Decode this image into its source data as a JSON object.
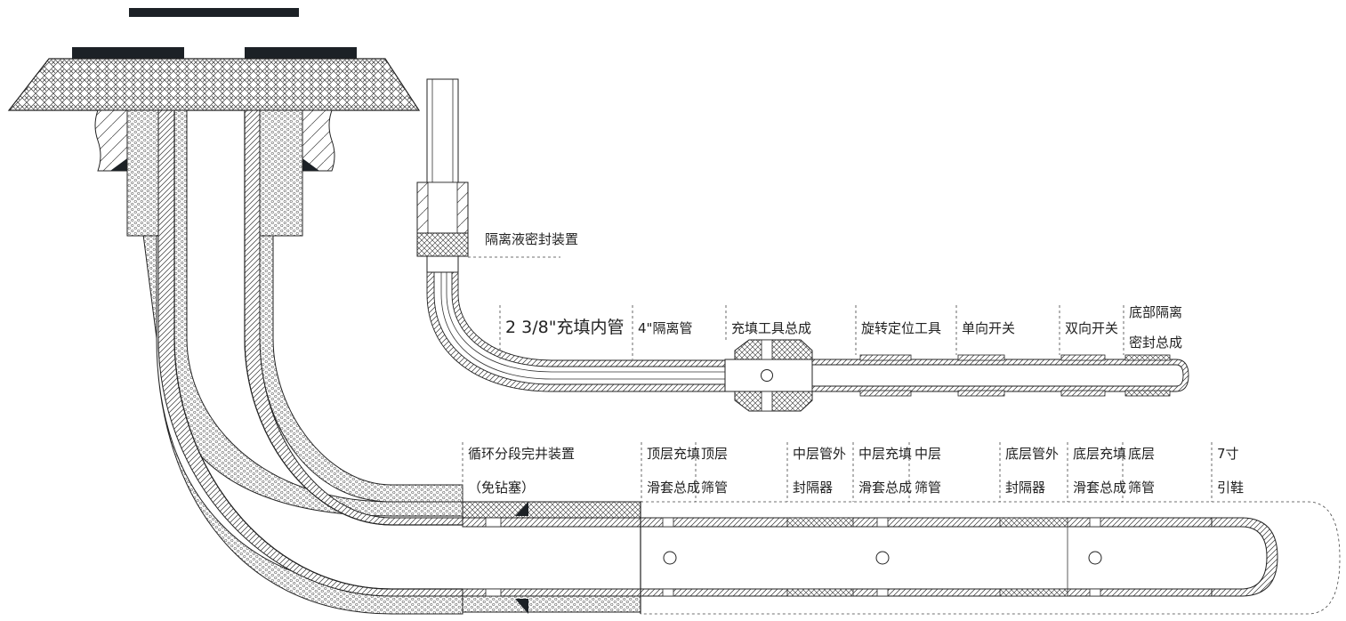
{
  "upper_assembly": {
    "seal_device": "隔离液密封装置",
    "labels": [
      {
        "line1": "2 3/8\"充填内管",
        "line2": ""
      },
      {
        "line1": "4\"隔离管",
        "line2": ""
      },
      {
        "line1": "充填工具总成",
        "line2": ""
      },
      {
        "line1": "旋转定位工具",
        "line2": ""
      },
      {
        "line1": "单向开关",
        "line2": ""
      },
      {
        "line1": "双向开关",
        "line2": ""
      },
      {
        "line1": "底部隔离",
        "line2": "密封总成"
      }
    ]
  },
  "lower_assembly": {
    "labels": [
      {
        "line1": "循环分段完井装置",
        "line2": "（免钻塞）"
      },
      {
        "line1": "顶层充填",
        "line2": "滑套总成"
      },
      {
        "line1": "顶层",
        "line2": "筛管"
      },
      {
        "line1": "中层管外",
        "line2": "封隔器"
      },
      {
        "line1": "中层充填",
        "line2": "滑套总成"
      },
      {
        "line1": "中层",
        "line2": "筛管"
      },
      {
        "line1": "底层管外",
        "line2": "封隔器"
      },
      {
        "line1": "底层充填",
        "line2": "滑套总成"
      },
      {
        "line1": "底层",
        "line2": "筛管"
      },
      {
        "line1": "7寸",
        "line2": "引鞋"
      }
    ]
  },
  "colors": {
    "line": "#222222",
    "dark": "#1c2126",
    "background": "#ffffff"
  }
}
